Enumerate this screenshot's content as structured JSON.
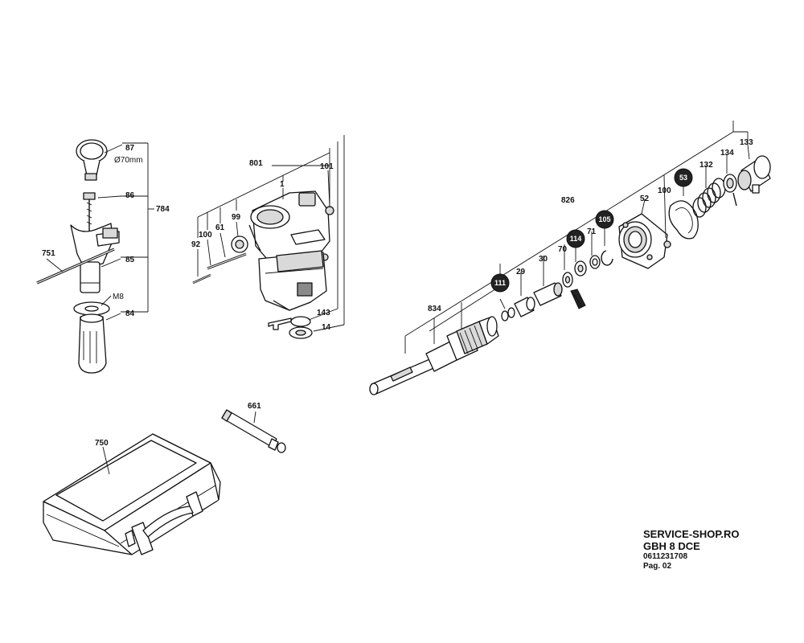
{
  "labels": {
    "p87": "87",
    "d70": "Ø70mm",
    "p86": "86",
    "p784": "784",
    "p751": "751",
    "p85": "85",
    "m8": "M8",
    "p84": "84",
    "p801": "801",
    "p1": "1",
    "p101": "101",
    "p100a": "100",
    "p61": "61",
    "p99": "99",
    "p92": "92",
    "p143": "143",
    "p14": "14",
    "p661": "661",
    "p750": "750",
    "p834": "834",
    "p826": "826",
    "p111": "111",
    "p29": "29",
    "p30": "30",
    "p70": "70",
    "p114": "114",
    "p71": "71",
    "p105": "105",
    "p52": "52",
    "p100b": "100",
    "p53": "53",
    "p132": "132",
    "p134": "134",
    "p133": "133"
  },
  "footer": {
    "site": "SERVICE-SHOP.RO",
    "model": "GBH 8 DCE",
    "number": "0611231708",
    "page": "Pag. 02"
  },
  "colors": {
    "ink": "#111111",
    "callout_fill": "#111111",
    "part_shade": "#d9d9d9"
  }
}
